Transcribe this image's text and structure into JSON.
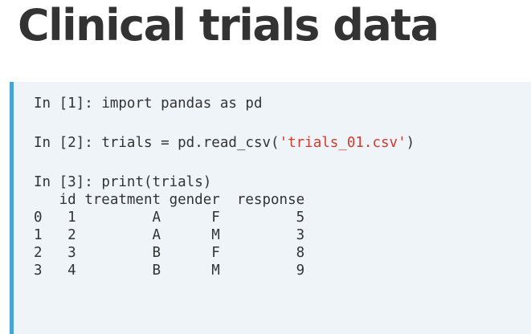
{
  "slide": {
    "title": "Clinical trials data"
  },
  "code": {
    "cells": [
      {
        "prompt": "In [1]:",
        "code": "import pandas as pd"
      },
      {
        "prompt": "In [2]:",
        "code_prefix": "trials = pd.read_csv(",
        "string_literal": "'trials_01.csv'",
        "code_suffix": ")"
      },
      {
        "prompt": "In [3]:",
        "code": "print(trials)"
      }
    ],
    "output": {
      "header": "   id treatment gender  response",
      "rows": [
        "0   1         A      F         5",
        "1   2         A      M         3",
        "2   3         B      F         8",
        "3   4         B      M         9"
      ]
    }
  },
  "colors": {
    "title": "#333333",
    "panel_bg": "#eef4f8",
    "panel_accent": "#48a4d6",
    "string_literal": "#d23a2f"
  }
}
